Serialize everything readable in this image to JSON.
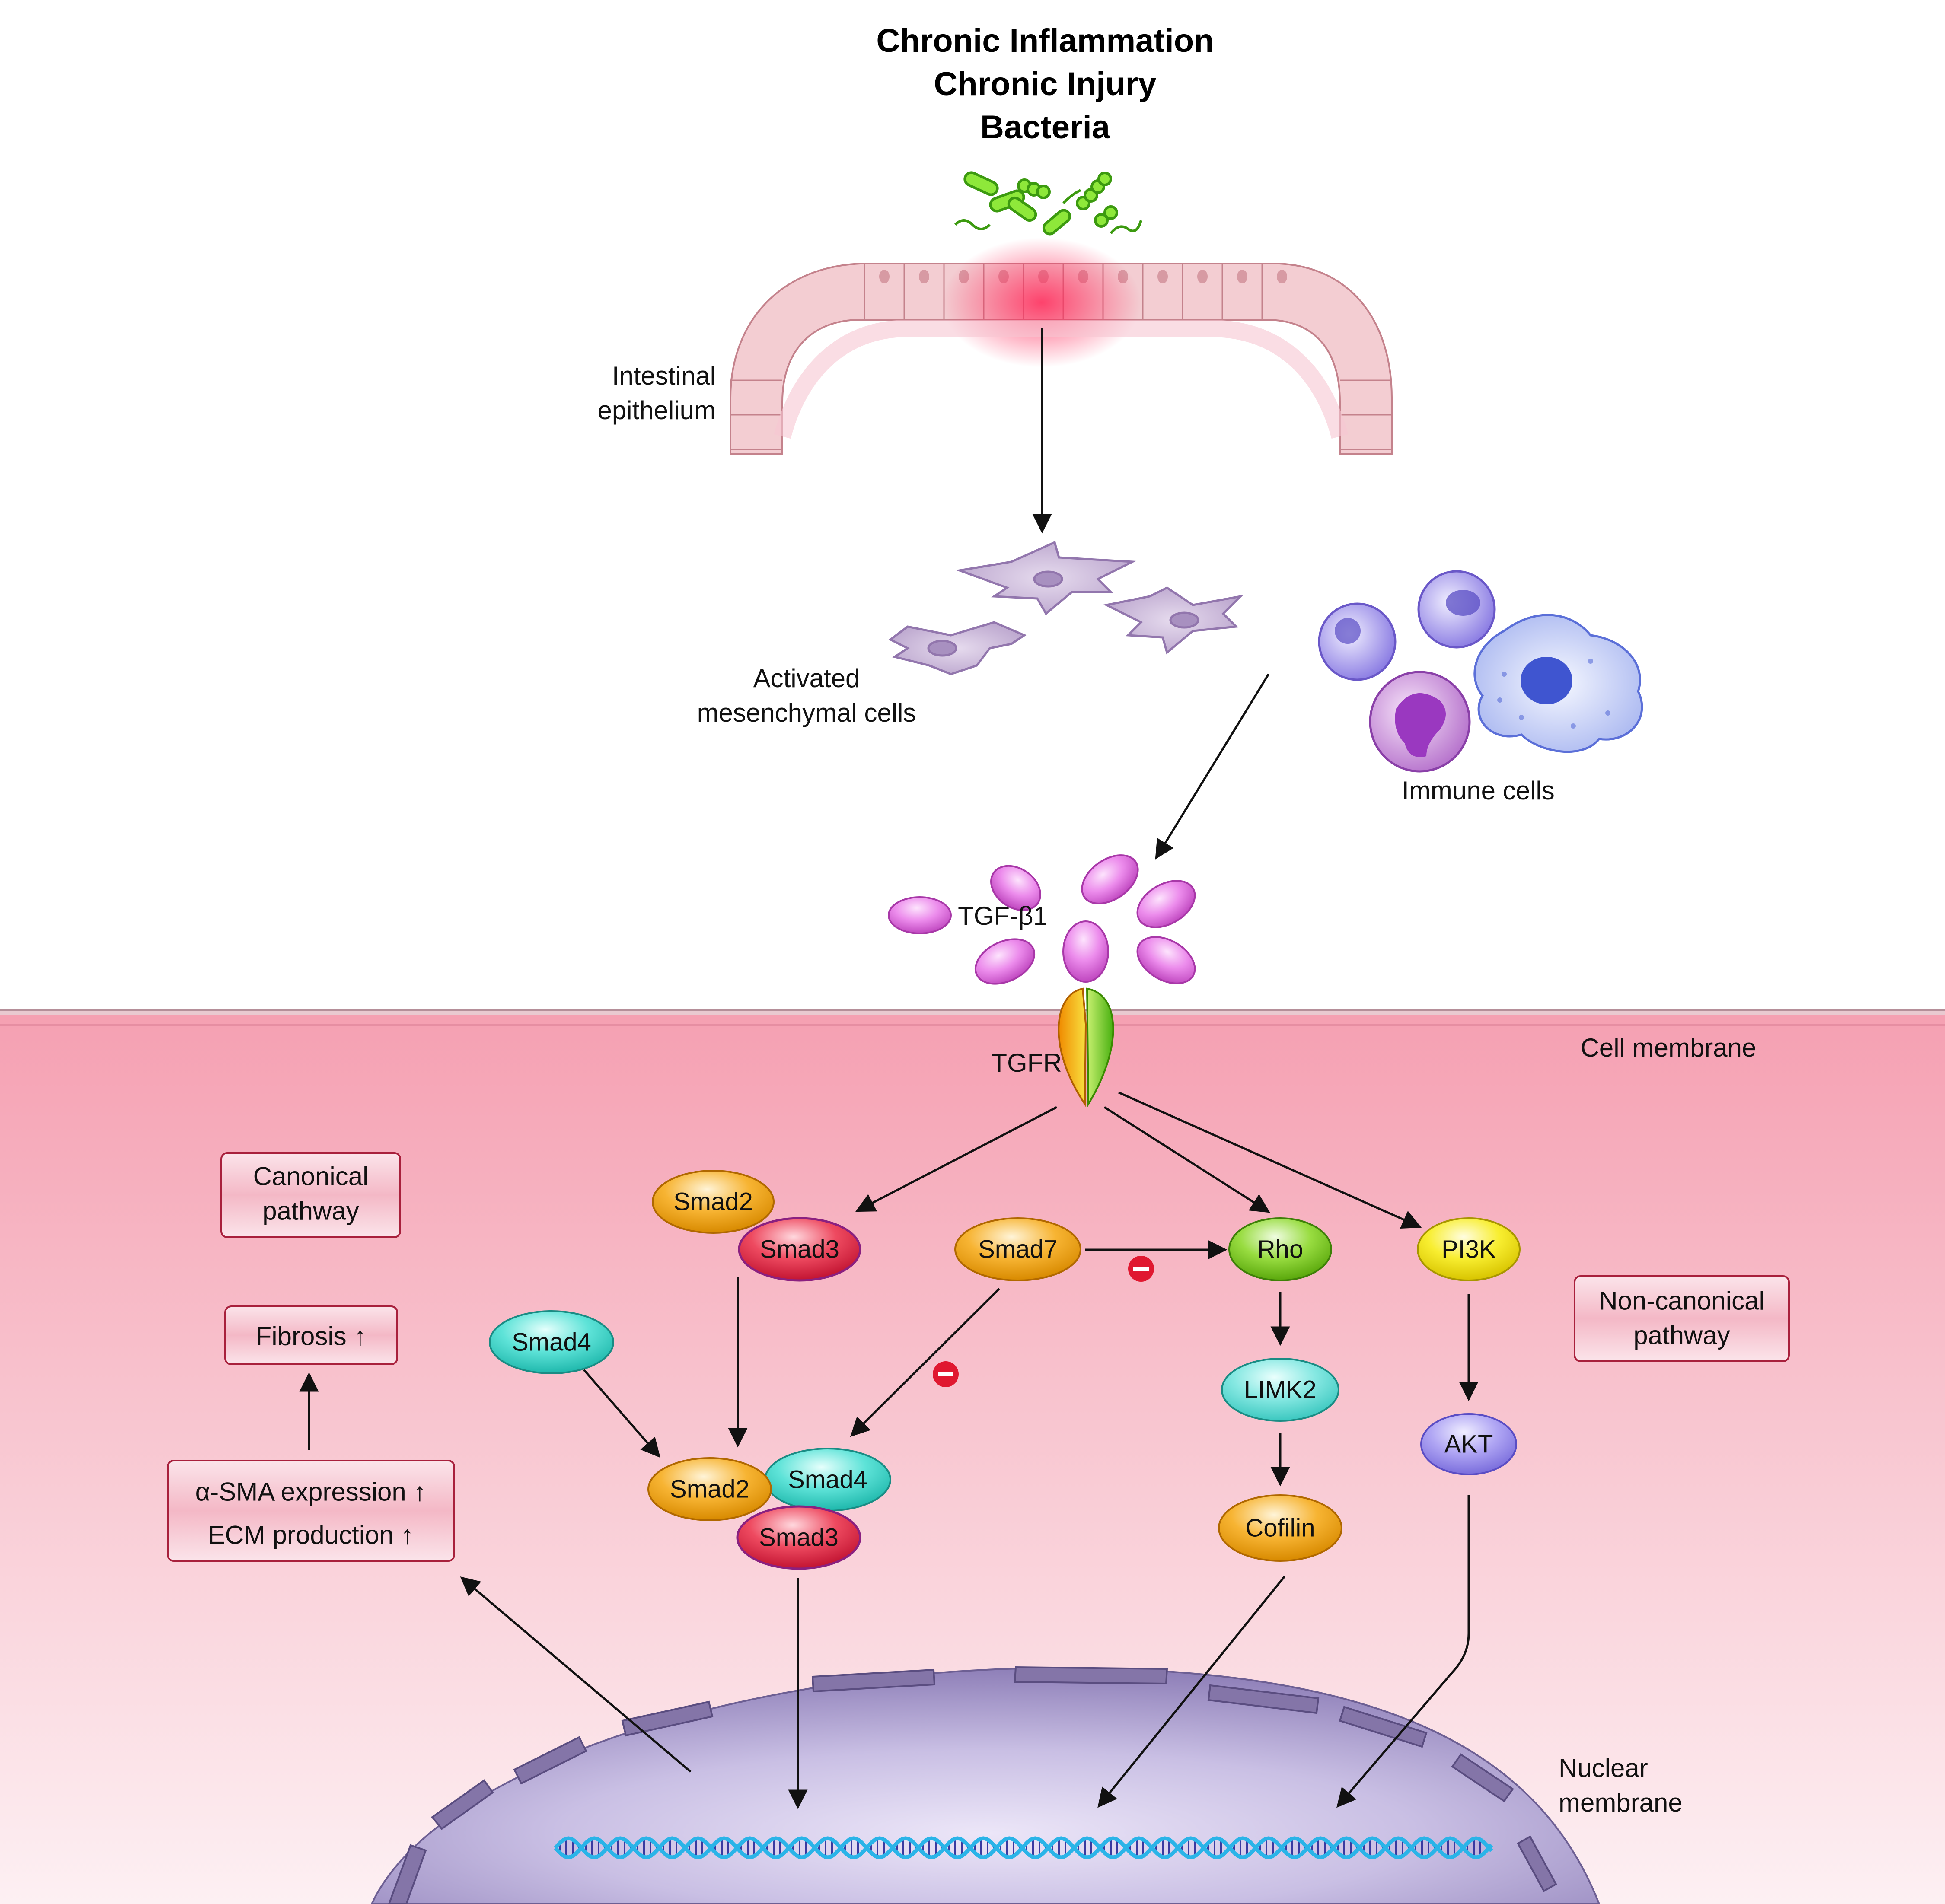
{
  "title_lines": [
    "Chronic Inflammation",
    "Chronic Injury",
    "Bacteria"
  ],
  "labels": {
    "epithelium": [
      "Intestinal",
      "epithelium"
    ],
    "mesenchymal": [
      "Activated",
      "mesenchymal cells"
    ],
    "immune": "Immune cells",
    "tgfb": "TGF-β1",
    "tgfr": "TGFR",
    "cell_membrane": "Cell membrane",
    "nuclear_membrane": [
      "Nuclear",
      "membrane"
    ]
  },
  "boxes": {
    "canonical": [
      "Canonical",
      "pathway"
    ],
    "noncanonical": [
      "Non-canonical",
      "pathway"
    ],
    "fibrosis": "Fibrosis ↑",
    "expression": [
      "α-SMA expression ↑",
      "ECM production ↑"
    ]
  },
  "molecules": {
    "smad2_top": "Smad2",
    "smad3_top": "Smad3",
    "smad7": "Smad7",
    "smad4_free": "Smad4",
    "smad2_complex": "Smad2",
    "smad4_complex": "Smad4",
    "smad3_complex": "Smad3",
    "rho": "Rho",
    "limk2": "LIMK2",
    "cofilin": "Cofilin",
    "pi3k": "PI3K",
    "akt": "AKT"
  },
  "colors": {
    "smad2": "#f2a20c",
    "smad3": "#e8304a",
    "smad4": "#3fd8cc",
    "smad7": "#f2a20c",
    "rho": "#7ccc1e",
    "limk2": "#66e0d8",
    "cofilin": "#f2a20c",
    "pi3k": "#f2e600",
    "akt": "#9b8ff0",
    "tgf": "#e070e0",
    "cytoplasm_top": "#f7a7b6",
    "nucleus": "#a89cd0",
    "box_fill": "#f2b7c3",
    "box_border": "#a8203c",
    "inhibit": "#e01830",
    "bacteria": "#79e02a",
    "epithelium": "#f0c3c8"
  }
}
